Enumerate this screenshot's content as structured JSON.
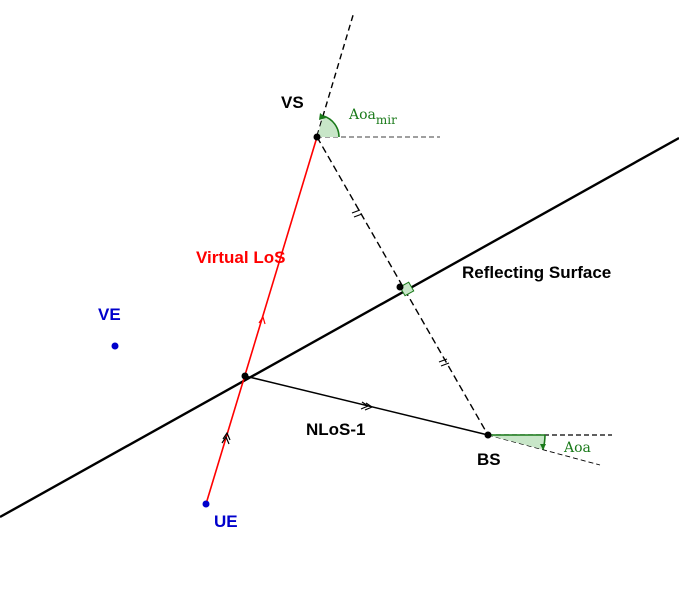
{
  "colors": {
    "line": "#000000",
    "los": "#ff0000",
    "ve_ue": "#0000cc",
    "angle": "#1a7a1a",
    "angle_fill": "#c8e6c8"
  },
  "labels": {
    "vs": "VS",
    "virtual_los": "Virtual LoS",
    "reflecting_surface": "Reflecting Surface",
    "ve": "VE",
    "nlos": "NLoS-1",
    "bs": "BS",
    "ue": "UE",
    "aoa_mir_base": "Aoa",
    "aoa_mir_sub": "mir",
    "aoa": "Aoa"
  }
}
